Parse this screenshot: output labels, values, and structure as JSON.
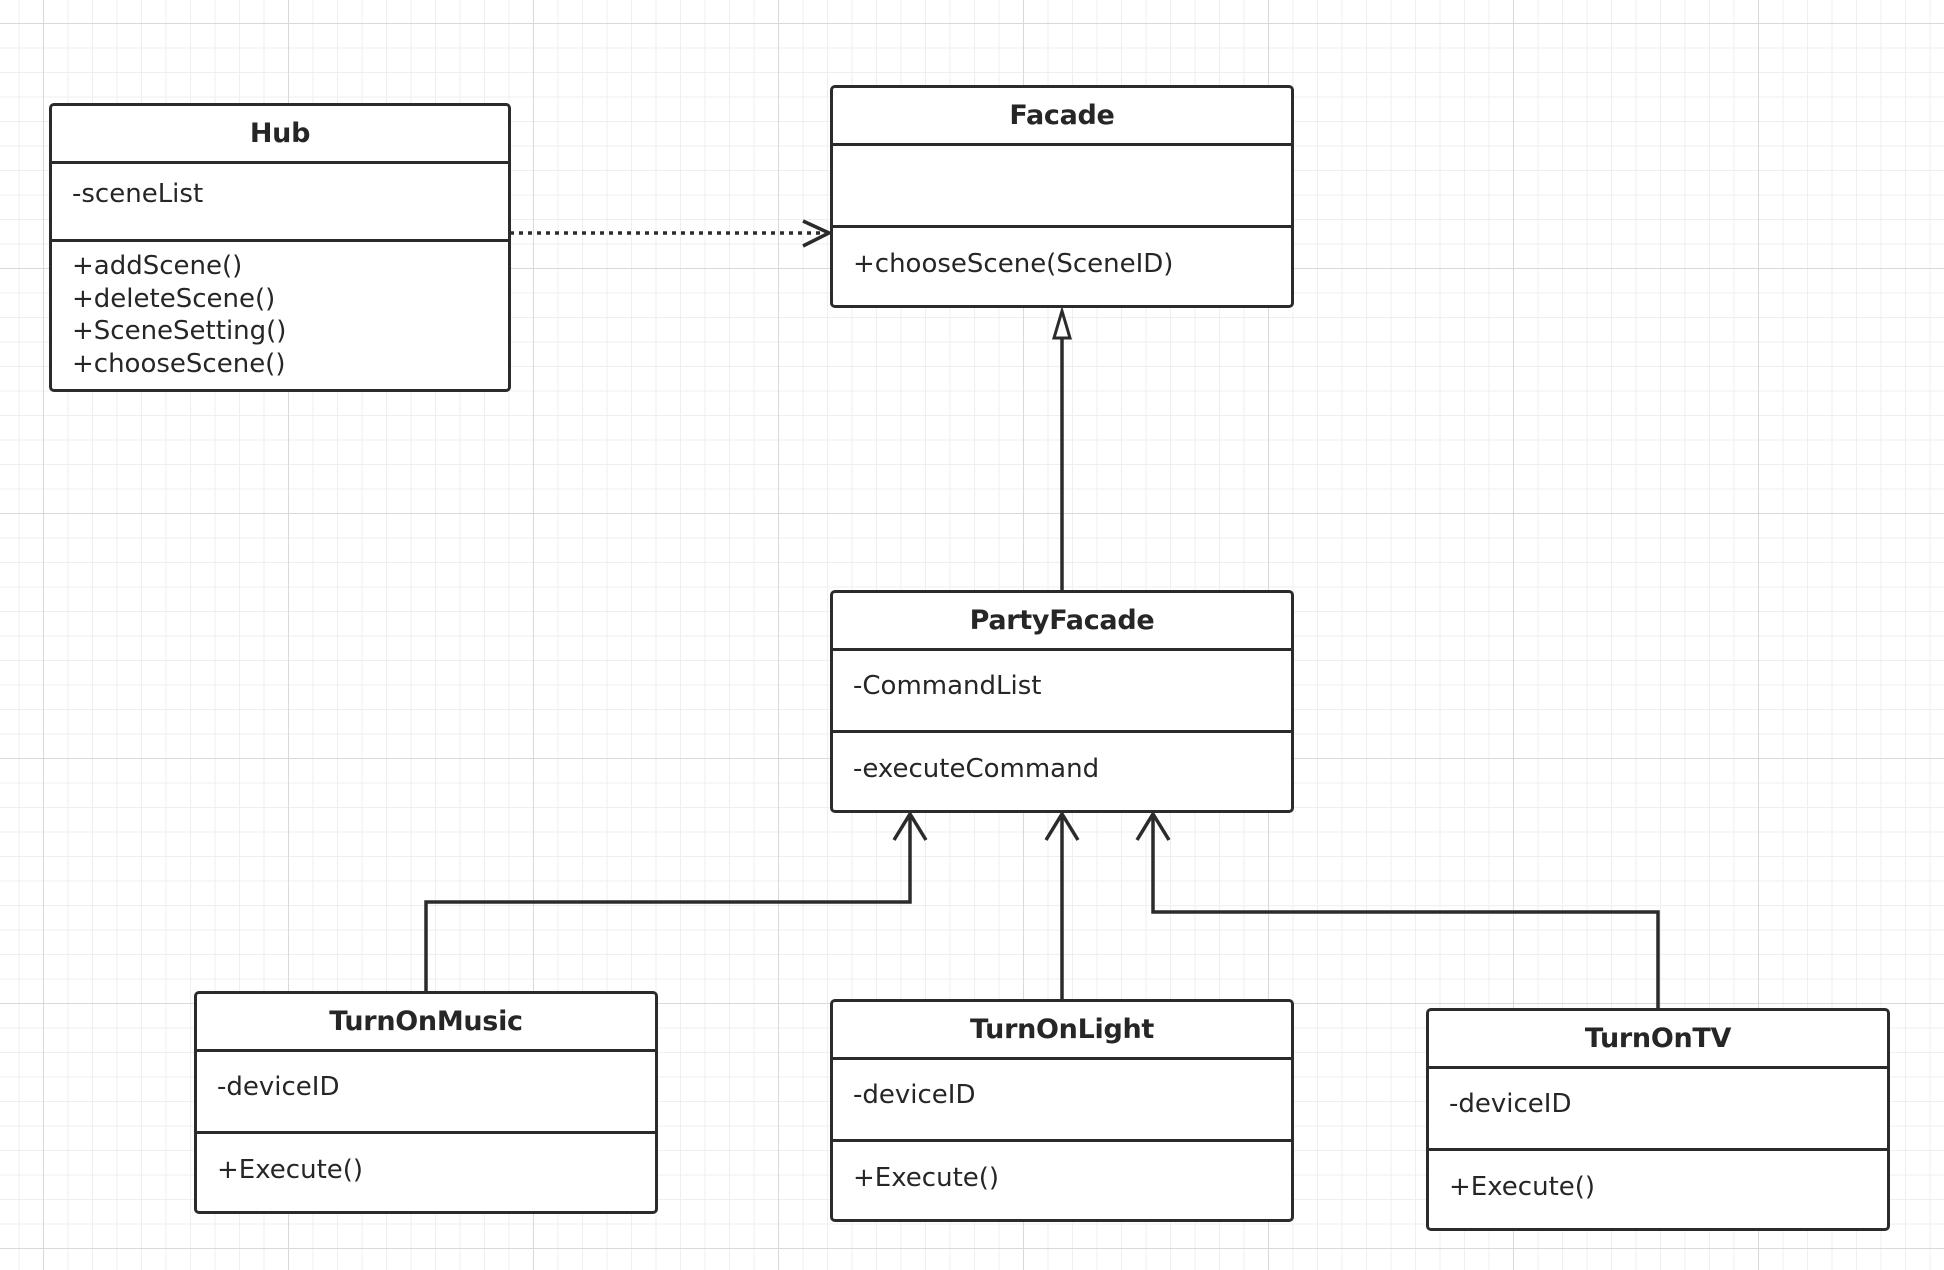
{
  "classes": {
    "hub": {
      "name": "Hub",
      "attributes": [
        "-sceneList"
      ],
      "operations": [
        "+addScene()",
        "+deleteScene()",
        "+SceneSetting()",
        "+chooseScene()"
      ]
    },
    "facade": {
      "name": "Facade",
      "attributes": [],
      "operations": [
        "+chooseScene(SceneID)"
      ]
    },
    "party_facade": {
      "name": "PartyFacade",
      "attributes": [
        "-CommandList"
      ],
      "operations": [
        "-executeCommand"
      ]
    },
    "turn_on_music": {
      "name": "TurnOnMusic",
      "attributes": [
        "-deviceID"
      ],
      "operations": [
        "+Execute()"
      ]
    },
    "turn_on_light": {
      "name": "TurnOnLight",
      "attributes": [
        "-deviceID"
      ],
      "operations": [
        "+Execute()"
      ]
    },
    "turn_on_tv": {
      "name": "TurnOnTV",
      "attributes": [
        "-deviceID"
      ],
      "operations": [
        "+Execute()"
      ]
    }
  },
  "relations": [
    {
      "from": "Hub",
      "to": "Facade",
      "type": "dependency"
    },
    {
      "from": "PartyFacade",
      "to": "Facade",
      "type": "generalization"
    },
    {
      "from": "TurnOnMusic",
      "to": "PartyFacade",
      "type": "association"
    },
    {
      "from": "TurnOnLight",
      "to": "PartyFacade",
      "type": "association"
    },
    {
      "from": "TurnOnTV",
      "to": "PartyFacade",
      "type": "association"
    }
  ],
  "colors": {
    "stroke": "#2b2b2b",
    "text": "#262626",
    "box_fill": "#ffffff",
    "grid_major": "#d9d9d9",
    "grid_minor": "#efefef"
  }
}
